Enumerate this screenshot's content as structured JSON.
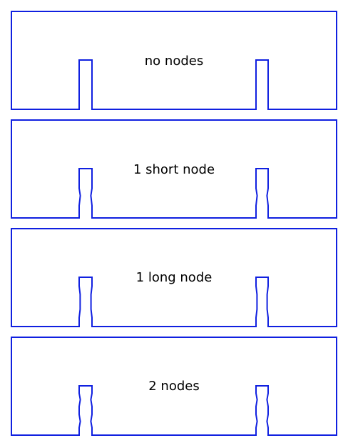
{
  "diagram": {
    "stroke_color": "#1020e0",
    "panels": [
      {
        "label": "no nodes",
        "variant": "none"
      },
      {
        "label": "1 short node",
        "variant": "short"
      },
      {
        "label": "1 long node",
        "variant": "long"
      },
      {
        "label": "2 nodes",
        "variant": "double"
      }
    ]
  }
}
